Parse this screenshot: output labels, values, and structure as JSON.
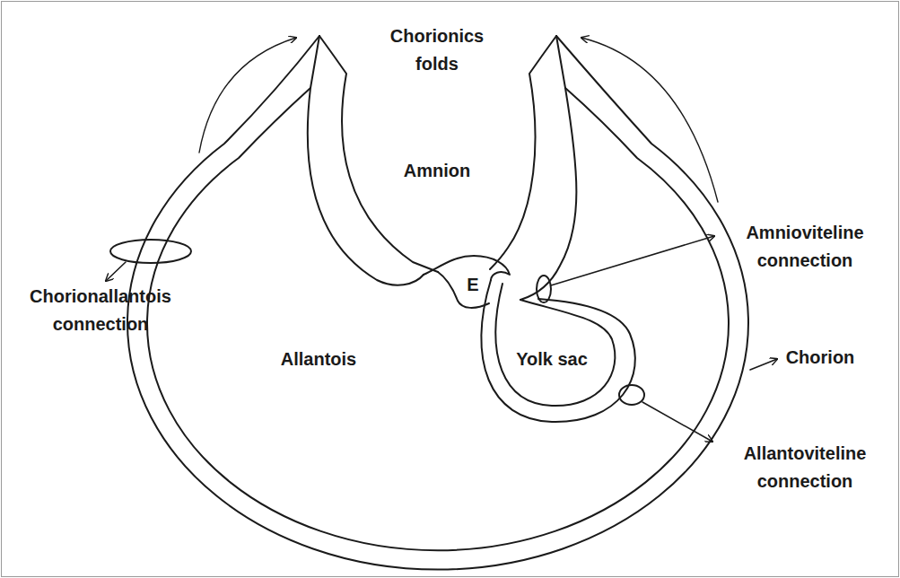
{
  "diagram": {
    "labels": [
      "Chorionics folds",
      "Amnion",
      "Amnioviteline connection",
      "E",
      "Chorion",
      "Chorionallantois connection",
      "Allantois",
      "Yolk sac",
      "Allantoviteline connection"
    ]
  }
}
